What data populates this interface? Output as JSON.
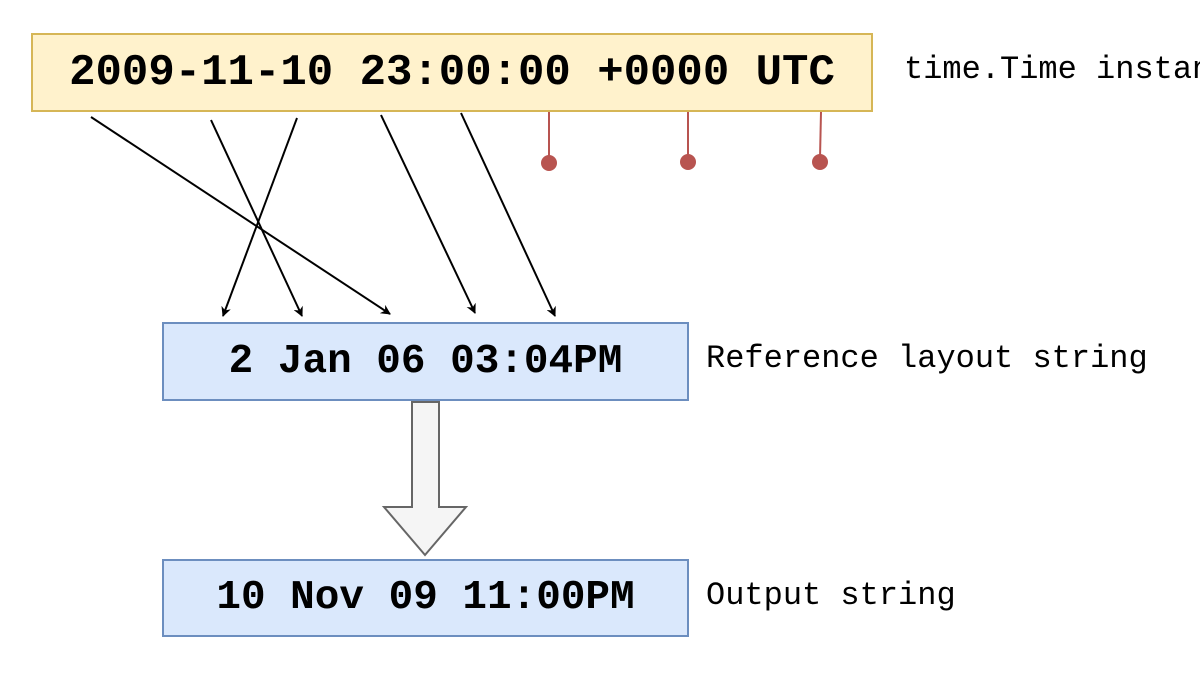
{
  "diagram": {
    "instance": {
      "value": "2009-11-10 23:00:00 +0000 UTC",
      "caption": "time.Time instance"
    },
    "layout": {
      "value": "2 Jan 06 03:04PM",
      "caption": "Reference layout string"
    },
    "output": {
      "value": "10 Nov 09 11:00PM",
      "caption": "Output string"
    }
  },
  "colors": {
    "instance_fill": "#fff2cc",
    "instance_border": "#d6b656",
    "layout_fill": "#dae8fc",
    "layout_border": "#6c8ebf",
    "unused_marker": "#b85450",
    "block_arrow_fill": "#f5f5f5",
    "block_arrow_stroke": "#666666"
  }
}
